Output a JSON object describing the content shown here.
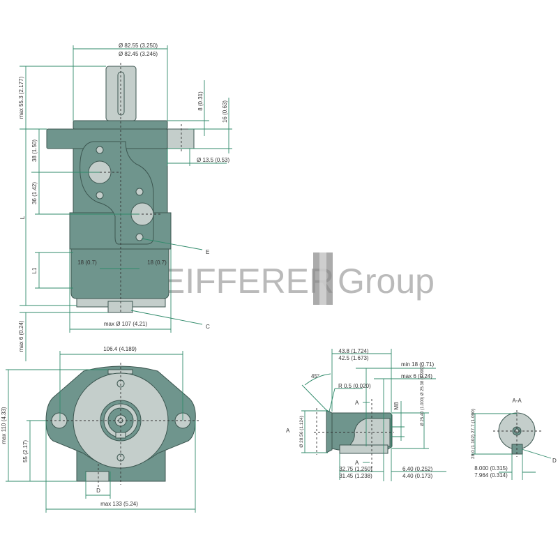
{
  "watermark": {
    "brand_left": "PFEIFFERER",
    "brand_right": "Group"
  },
  "side_view": {
    "flange_dia_max": "Ø 82.55 (3.250)",
    "flange_dia_min": "Ø 82.45 (3.246)",
    "shaft_length": "max 55.3 (2.177)",
    "dim_8": "8 (0.31)",
    "dim_16": "16 (0.63)",
    "hole_dia": "Ø 13.5 (0.53)",
    "dim_38": "38 (1.50)",
    "dim_36": "36 (1.42)",
    "length_L": "L",
    "length_L1": "L1",
    "offset_left": "18 (0.7)",
    "offset_right": "18 (0.7)",
    "label_E": "E",
    "label_C": "C",
    "body_dia": "max Ø 107 (4.21)",
    "bottom_max": "max 6 (0.24)"
  },
  "bottom_view": {
    "hole_spacing": "106.4 (4.189)",
    "height_max": "max 110 (4.33)",
    "center_height": "55 (2.17)",
    "label_D": "D",
    "width_max": "max 133 (5.24)"
  },
  "shaft_detail": {
    "len_max": "43.8 (1.724)",
    "len_min": "42.5 (1.673)",
    "min_18": "min 18 (0.71)",
    "max_6": "max 6 (0.24)",
    "angle": "45°",
    "radius": "R 0.5 (0.020)",
    "section_A_top": "A",
    "section_A_bottom": "A",
    "thread": "M8",
    "shaft_dia": "Ø 25.40 (1.000) Ø 25.38 (0.999)",
    "view_A": "A",
    "collar_dia": "Ø 28.56 (1.124)",
    "key_len_max": "32.75 (1.250)",
    "key_len_min": "31.45 (1.238)",
    "end_max": "6.40 (0.252)",
    "end_min": "4.40 (0.173)"
  },
  "section_aa": {
    "title": "A-A",
    "height": "28.0 (1.102) 27.7 (1.090)",
    "key_width_max": "8.000 (0.315)",
    "key_width_min": "7.964 (0.314)",
    "label_D": "D"
  },
  "colors": {
    "body": "#6f958d",
    "light": "#c4cecb",
    "dimension": "#2f8a6a"
  }
}
